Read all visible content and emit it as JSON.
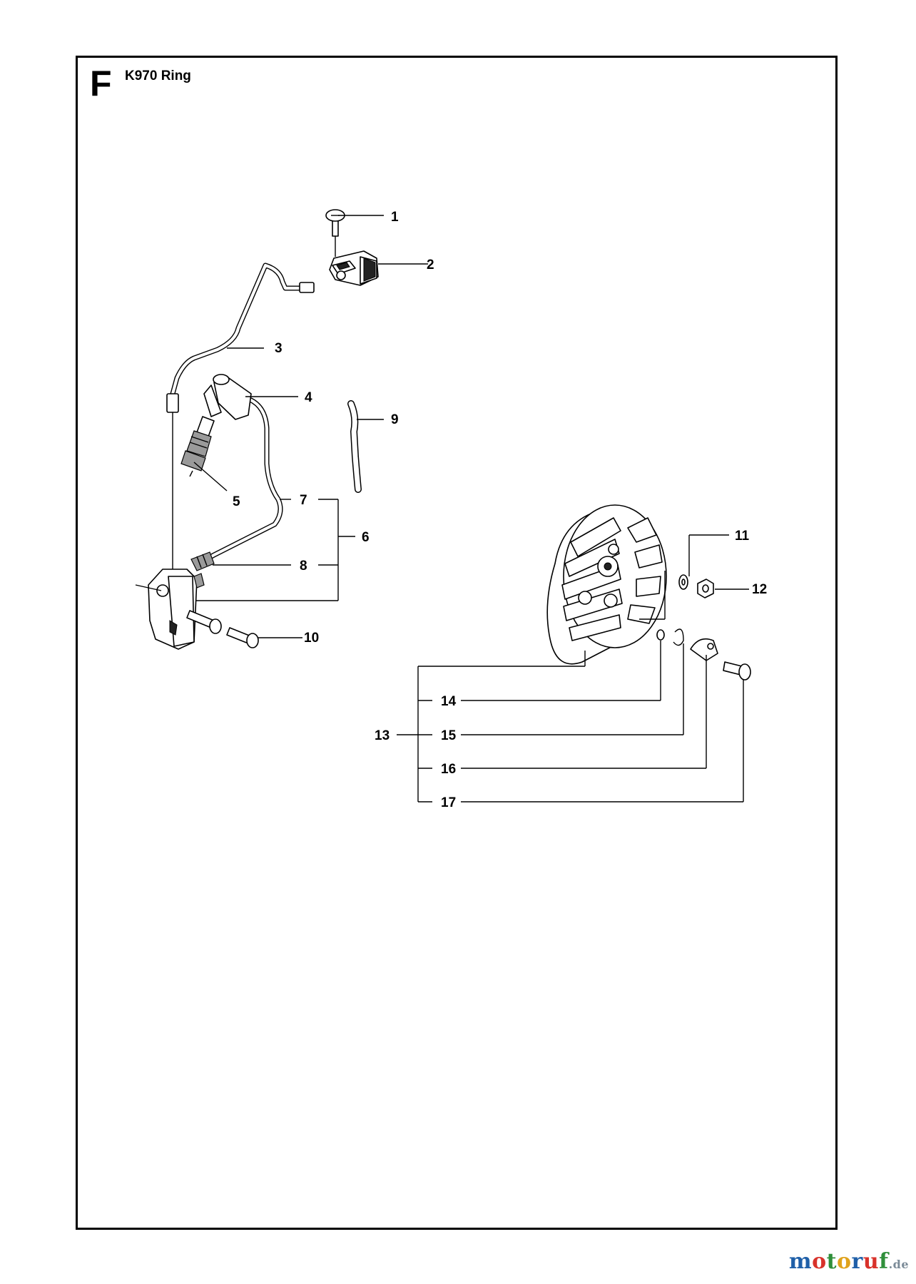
{
  "header": {
    "section_letter": "F",
    "title": "K970 Ring"
  },
  "callouts": {
    "c1": "1",
    "c2": "2",
    "c3": "3",
    "c4": "4",
    "c5": "5",
    "c6": "6",
    "c7": "7",
    "c8": "8",
    "c9": "9",
    "c10": "10",
    "c11": "11",
    "c12": "12",
    "c13": "13",
    "c14": "14",
    "c15": "15",
    "c16": "16",
    "c17": "17"
  },
  "watermark": {
    "name": "motoruf",
    "tld": ".de",
    "colors": [
      "#1f5fa8",
      "#d8322b",
      "#2f8f3a",
      "#e0a21b",
      "#1f5fa8",
      "#d8322b",
      "#2f8f3a"
    ]
  }
}
